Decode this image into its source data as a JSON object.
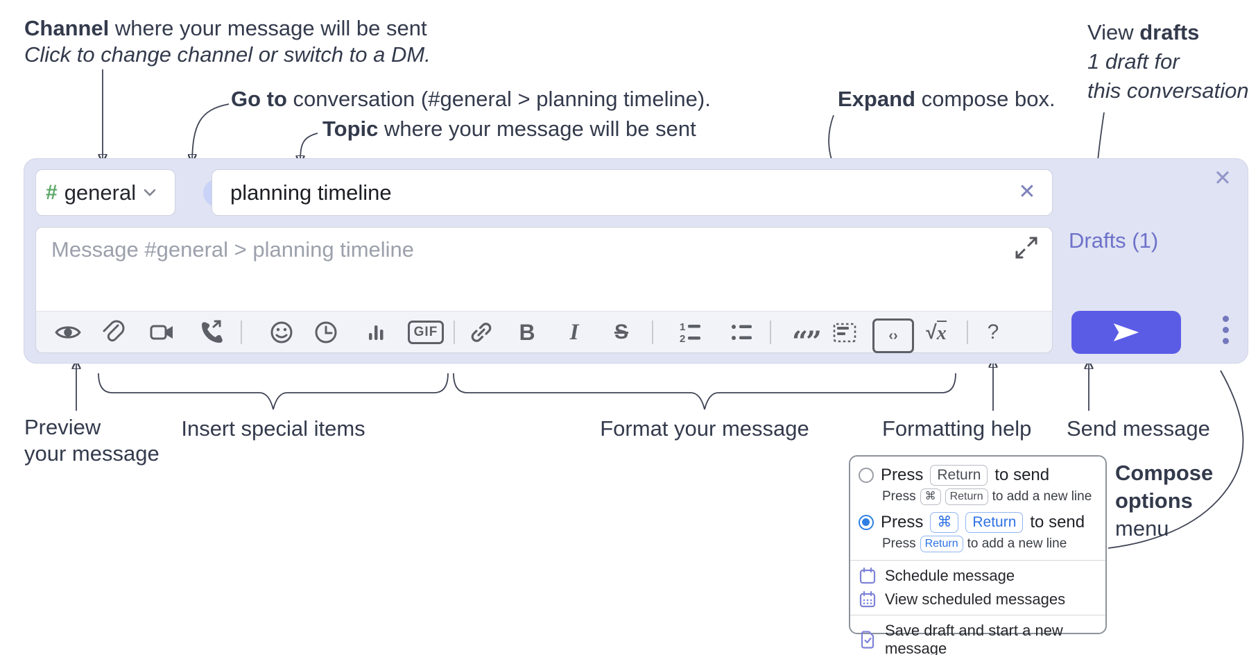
{
  "annotations": {
    "channel": {
      "bold": "Channel",
      "rest": " where your message will be sent",
      "line2": "Click to change channel or switch to a DM."
    },
    "goto": {
      "bold": "Go to",
      "rest": " conversation (#general > planning timeline)."
    },
    "topic": {
      "bold": "Topic",
      "rest": " where your message will be sent"
    },
    "expand": {
      "bold": "Expand",
      "rest": " compose box."
    },
    "view_drafts": {
      "pre": "View ",
      "bold": "drafts",
      "line2": "1 draft for",
      "line3": "this conversation"
    },
    "preview": {
      "bold": "Preview",
      "line2": "your message"
    },
    "insert": {
      "bold": "Insert",
      "rest": " special items"
    },
    "format": {
      "bold": "Format",
      "rest": " your message"
    },
    "formatting_help": {
      "pre": "Formatting ",
      "bold": "help"
    },
    "send": {
      "bold": "Send",
      "rest": " message"
    },
    "compose_options": {
      "line1": "Compose",
      "line2": "options",
      "line3": "menu"
    }
  },
  "compose": {
    "channel_hash": "#",
    "channel_label": "general",
    "topic_value": "planning timeline",
    "message_placeholder": "Message #general > planning timeline",
    "drafts_link": "Drafts (1)",
    "close_glyph": "✕",
    "clear_glyph": "✕",
    "toolbar": {
      "gif": "GIF",
      "bold": "B",
      "italic": "I",
      "strike": "S",
      "quote": "“”",
      "code": "‹›",
      "math_root": "√",
      "math_x": "x",
      "help": "?"
    }
  },
  "popup": {
    "option1": {
      "pre": "Press",
      "key": "Return",
      "post": "to send",
      "sub_pre": "Press",
      "sub_key1": "⌘",
      "sub_key2": "Return",
      "sub_post": "to add a new line"
    },
    "option2": {
      "pre": "Press",
      "key1": "⌘",
      "key2": "Return",
      "post": "to send",
      "sub_pre": "Press",
      "sub_key": "Return",
      "sub_post": "to add a new line"
    },
    "items": [
      "Schedule message",
      "View scheduled messages",
      "Save draft and start a new message"
    ]
  },
  "colors": {
    "container_bg": "#e0e3f3",
    "send_button": "#5b5ce6",
    "drafts_link": "#6d72c9",
    "hash_green": "#5aa868",
    "toolbar_icon": "#5c5f66",
    "selected_blue": "#2f7fe3",
    "key_blue": "#2e72e4",
    "popup_icon_purple": "#7d82d8",
    "annotation_text": "#333a4c"
  }
}
